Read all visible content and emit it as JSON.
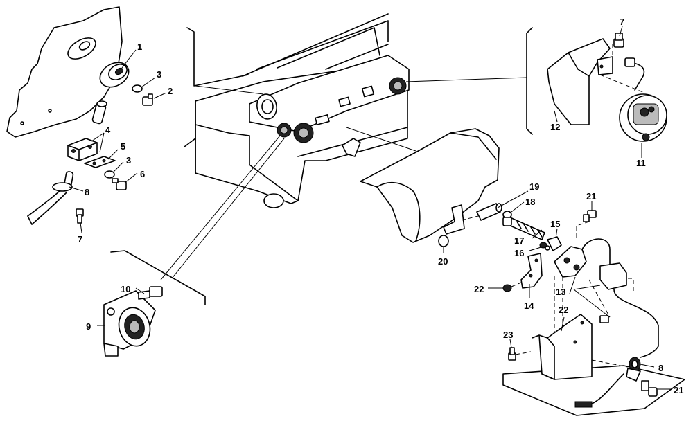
{
  "callouts": {
    "c1": "1",
    "c2": "2",
    "c3a": "3",
    "c3b": "3",
    "c4": "4",
    "c5": "5",
    "c6": "6",
    "c7a": "7",
    "c7b": "7",
    "c8a": "8",
    "c8b": "8",
    "c9": "9",
    "c10": "10",
    "c11": "11",
    "c12": "12",
    "c13": "13",
    "c14": "14",
    "c15": "15",
    "c16": "16",
    "c17": "17",
    "c18": "18",
    "c19": "19",
    "c20": "20",
    "c21a": "21",
    "c21b": "21",
    "c22a": "22",
    "c22b": "22",
    "c23": "23"
  }
}
